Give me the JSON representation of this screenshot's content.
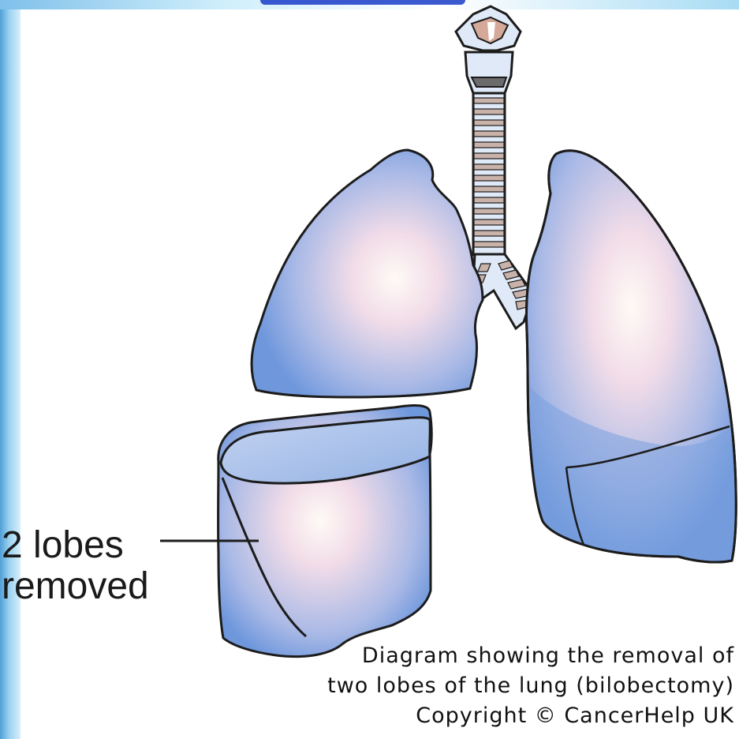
{
  "label": {
    "line1": "2 lobes",
    "line2": "removed"
  },
  "caption": {
    "line1": "Diagram showing the removal of",
    "line2": "two lobes of the lung (bilobectomy)",
    "line3": "Copyright © CancerHelp UK"
  },
  "colors": {
    "lung_edge": "#5f8fd8",
    "lung_center": "#fdf0ee",
    "outline": "#1c1c1c",
    "trachea_ring": "#c9b2aa",
    "trachea_light": "#dfe9f7"
  },
  "icons": [
    "trachea-icon",
    "right-lung-upper-lobe",
    "removed-lobes-block",
    "left-lung"
  ]
}
